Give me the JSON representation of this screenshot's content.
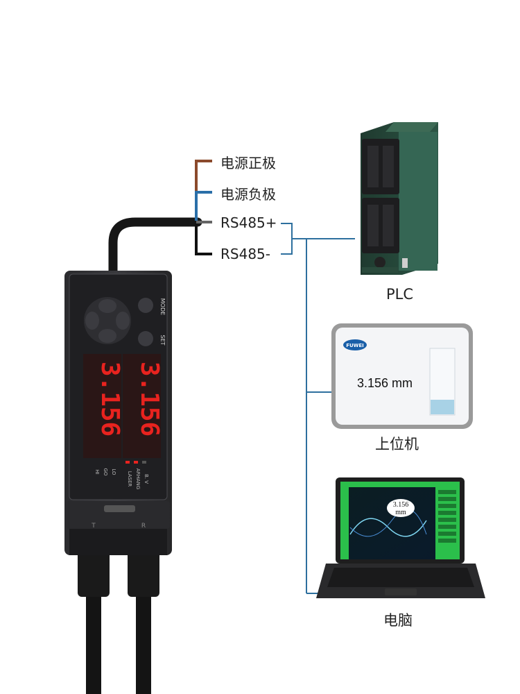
{
  "wiring": {
    "wires": [
      {
        "label": "电源正极",
        "color": "#8b4a2c"
      },
      {
        "label": "电源负极",
        "color": "#2a6fa8"
      },
      {
        "label": "RS485+",
        "color": "#666666"
      },
      {
        "label": "RS485-",
        "color": "#111111"
      }
    ],
    "bus_color": "#2d6f9e"
  },
  "sensor": {
    "mode_label": "MODE",
    "set_label": "SET",
    "display_left": "3.156",
    "display_right": "3.156",
    "indicators_left": [
      "HI",
      "GO",
      "LO"
    ],
    "indicators_right": [
      "LASER",
      "ARHANG",
      "B. V"
    ],
    "port_labels": [
      "T",
      "R"
    ],
    "digit_color": "#e8231f"
  },
  "devices": {
    "plc": {
      "label": "PLC"
    },
    "host": {
      "label": "上位机",
      "brand": "FUWEI",
      "reading": "3.156 mm"
    },
    "computer": {
      "label": "电脑",
      "reading_value": "3.156",
      "reading_unit": "mm"
    }
  }
}
